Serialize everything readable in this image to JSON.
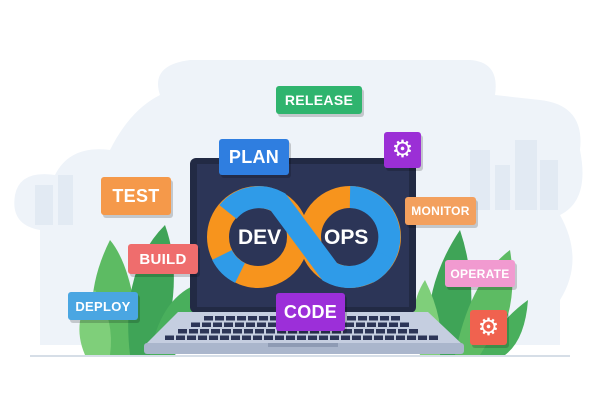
{
  "illustration": {
    "center_left": "DEV",
    "center_right": "OPS",
    "labels": {
      "release": "RELEASE",
      "plan": "PLAN",
      "test": "TEST",
      "monitor": "MONITOR",
      "build": "BUILD",
      "operate": "OPERATE",
      "deploy": "DEPLOY",
      "code": "CODE"
    },
    "icons": [
      "gear-icon",
      "gear-icon"
    ]
  },
  "colors": {
    "release": "#2fb46e",
    "plan": "#2f7ee0",
    "test": "#f5994a",
    "monitor": "#f3a05e",
    "build": "#ef6d6d",
    "operate": "#f19ad0",
    "deploy": "#4aa6e2",
    "code": "#9c2fd9",
    "gear_top": "#9b2fd6",
    "gear_bottom": "#f0624f"
  }
}
